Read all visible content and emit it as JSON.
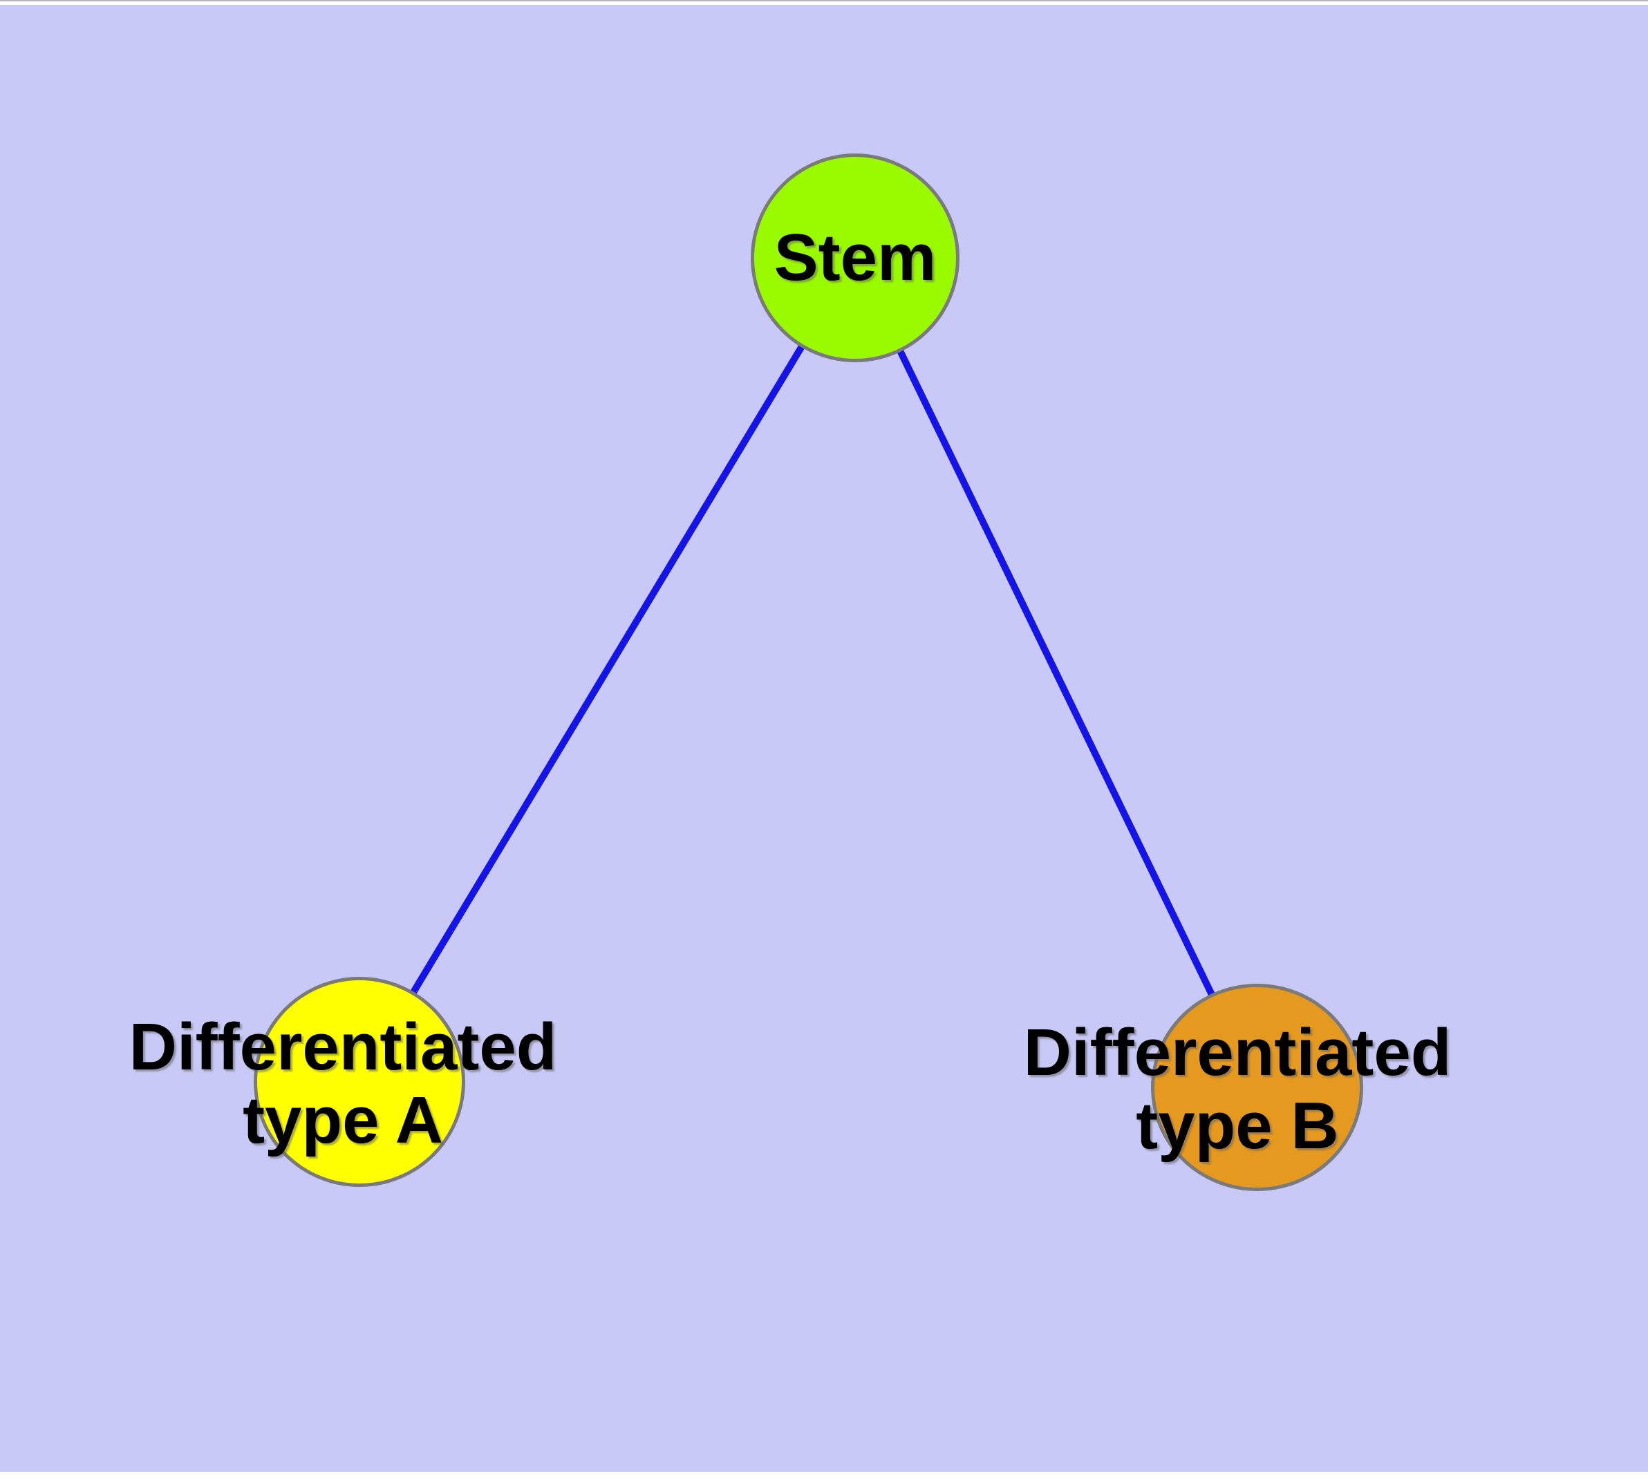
{
  "diagram": {
    "background_color": "#c9c9f8",
    "frame_color": "#ffffff",
    "edge_color": "#1414e6",
    "node_border_color": "#7a7a7a",
    "label_text_color": "#000000",
    "nodes": {
      "stem": {
        "label": "Stem",
        "fill": "#9afa00"
      },
      "type_a": {
        "label_line1": "Differentiated",
        "label_line2": "type A",
        "fill": "#ffff00"
      },
      "type_b": {
        "label_line1": "Differentiated",
        "label_line2": "type B",
        "fill": "#e6991f"
      }
    },
    "edges": [
      {
        "from": "Stem",
        "to": "Differentiated type A"
      },
      {
        "from": "Stem",
        "to": "Differentiated type B"
      }
    ]
  }
}
